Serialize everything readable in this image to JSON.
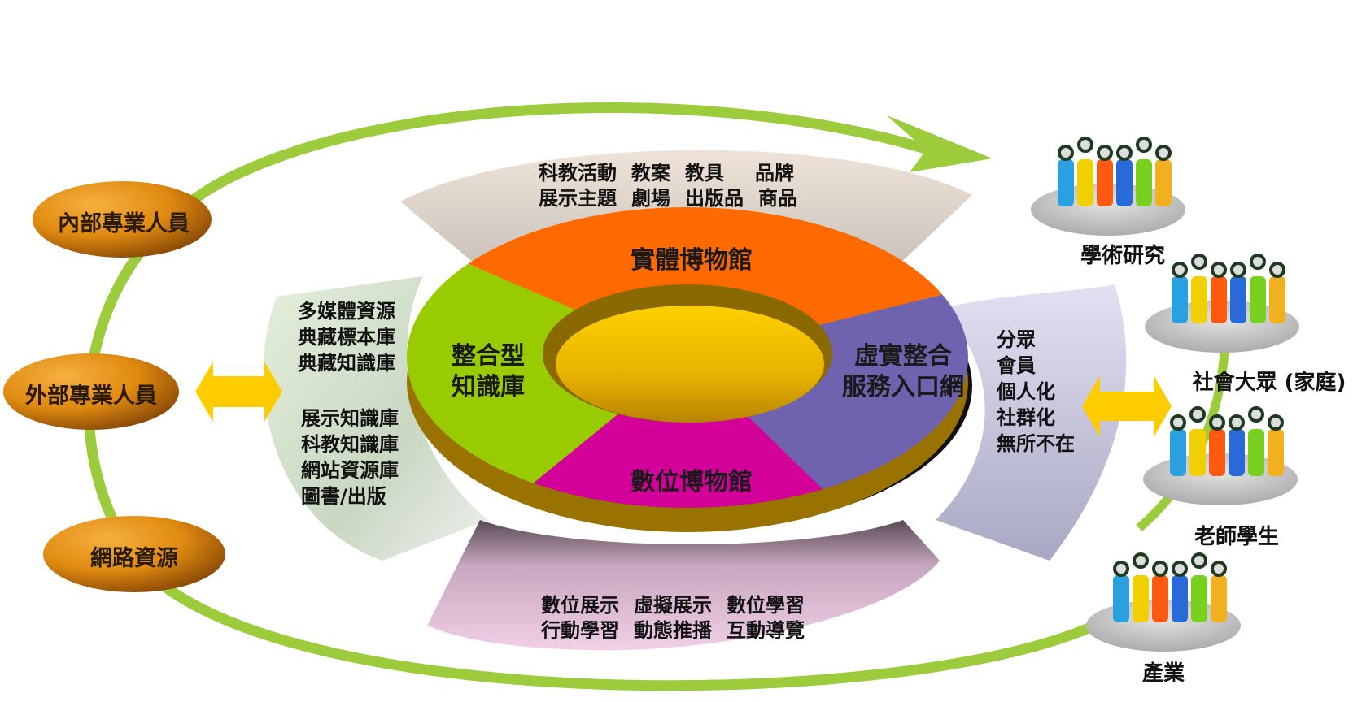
{
  "colors": {
    "flow_arc": "#9ccb3b",
    "stakeholder_ellipse": "#e08a10",
    "arrow_yellow": "#ffcc00",
    "segment_physical": "#ff6a00",
    "segment_integrated_kb": "#99cc00",
    "segment_portal": "#6f63b0",
    "segment_digital": "#d4009a",
    "center_disc": "#f2b800",
    "rim": "#9a7200"
  },
  "stakeholders": [
    {
      "label": "內部專業人員"
    },
    {
      "label": "外部專業人員"
    },
    {
      "label": "網路資源"
    }
  ],
  "top_band": {
    "rows": [
      [
        "科教活動",
        "教案",
        "教具",
        "品牌"
      ],
      [
        "展示主題",
        "劇場",
        "出版品",
        "商品"
      ]
    ]
  },
  "bottom_band": {
    "rows": [
      [
        "數位展示",
        "虛擬展示",
        "數位學習"
      ],
      [
        "行動學習",
        "動態推播",
        "互動導覽"
      ]
    ]
  },
  "left_band": {
    "group1": [
      "多媒體資源",
      "典藏標本庫",
      "典藏知識庫"
    ],
    "group2": [
      "展示知識庫",
      "科教知識庫",
      "網站資源庫",
      "圖書/出版"
    ]
  },
  "right_band": {
    "items": [
      "分眾",
      "會員",
      "個人化",
      "社群化",
      "無所不在"
    ]
  },
  "ring_segments": {
    "top": "實體博物館",
    "left": [
      "整合型",
      "知識庫"
    ],
    "right": [
      "虛實整合",
      "服務入口網"
    ],
    "bottom": "數位博物館"
  },
  "audiences": [
    {
      "label": "學術研究",
      "icon": "people-group-icon"
    },
    {
      "label": "社會大眾 (家庭)",
      "icon": "people-group-icon"
    },
    {
      "label": "老師學生",
      "icon": "people-group-icon"
    },
    {
      "label": "產業",
      "icon": "people-group-icon"
    }
  ]
}
